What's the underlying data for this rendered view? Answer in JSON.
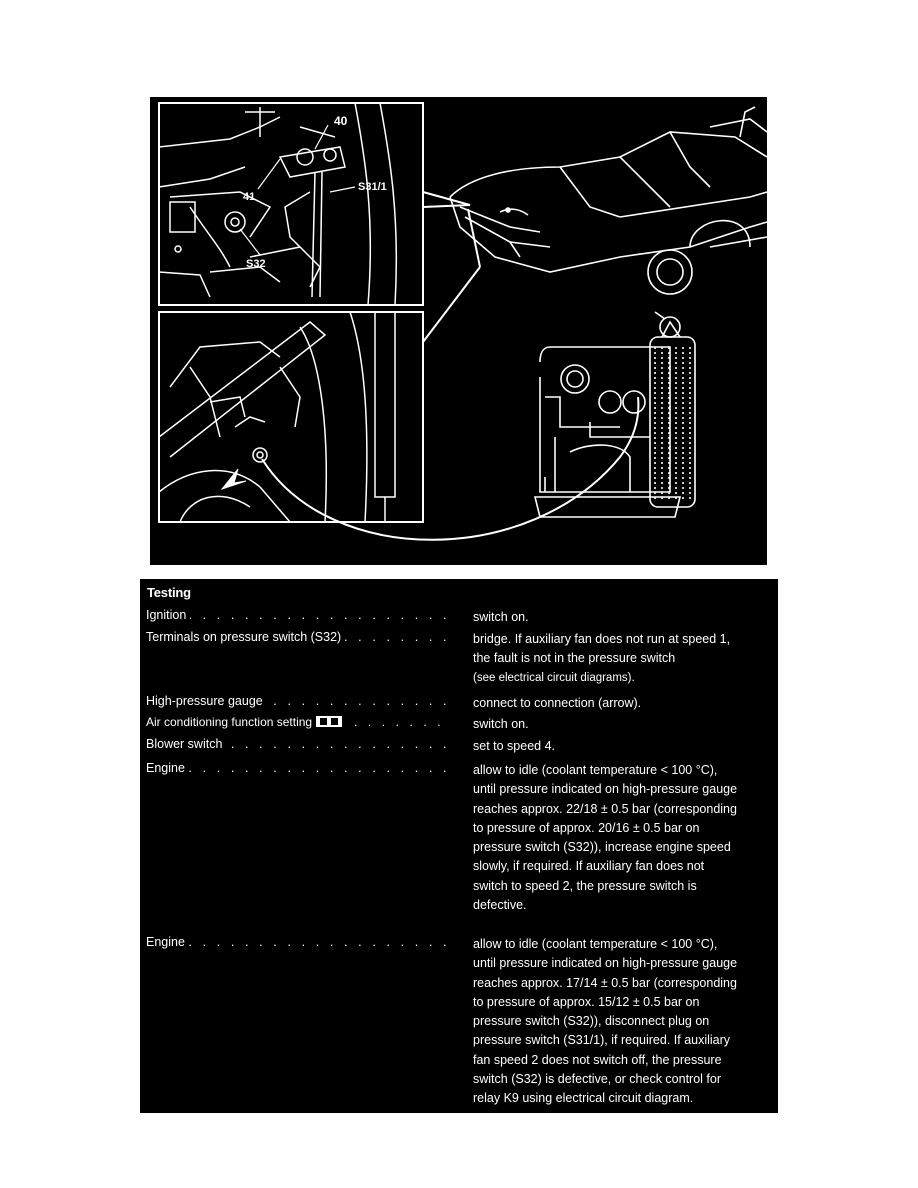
{
  "figure": {
    "callouts": {
      "c40": "40",
      "c41": "41",
      "s31": "S31/1",
      "s32": "S32"
    }
  },
  "testing": {
    "title": "Testing",
    "rows": [
      {
        "label": "Ignition",
        "value": [
          "switch on."
        ]
      },
      {
        "label": "Terminals on pressure switch (S32)",
        "value": [
          "bridge. If auxiliary fan does not run at speed 1,",
          "the fault is not in the pressure switch",
          "(see electrical circuit diagrams)."
        ]
      },
      {
        "label": "High-pressure gauge",
        "value": [
          "connect to connection (arrow)."
        ]
      },
      {
        "label": "Air conditioning function setting",
        "value": [
          "switch on."
        ]
      },
      {
        "label": "Blower switch",
        "value": [
          "set to speed 4."
        ]
      },
      {
        "label": "Engine",
        "value": [
          "allow to idle (coolant temperature < 100 °C),",
          "until pressure indicated on high-pressure gauge",
          "reaches approx. 22/18 ± 0.5 bar (corresponding",
          "to pressure of approx. 20/16 ± 0.5 bar on",
          "pressure switch (S32)), increase engine speed",
          "slowly, if required. If auxiliary fan does not",
          "switch to speed 2, the pressure switch is",
          "defective."
        ]
      },
      {
        "label": "Engine",
        "value": [
          "allow to idle (coolant temperature < 100 °C),",
          "until pressure indicated on high-pressure gauge",
          "reaches approx. 17/14 ± 0.5 bar (corresponding",
          "to pressure of approx. 15/12 ± 0.5 bar on",
          "pressure switch (S32)), disconnect plug on",
          "pressure switch (S31/1), if required. If auxiliary",
          "fan speed 2 does not switch off, the pressure",
          "switch (S32) is defective, or check control for",
          "relay K9 using electrical circuit diagram."
        ]
      }
    ]
  }
}
